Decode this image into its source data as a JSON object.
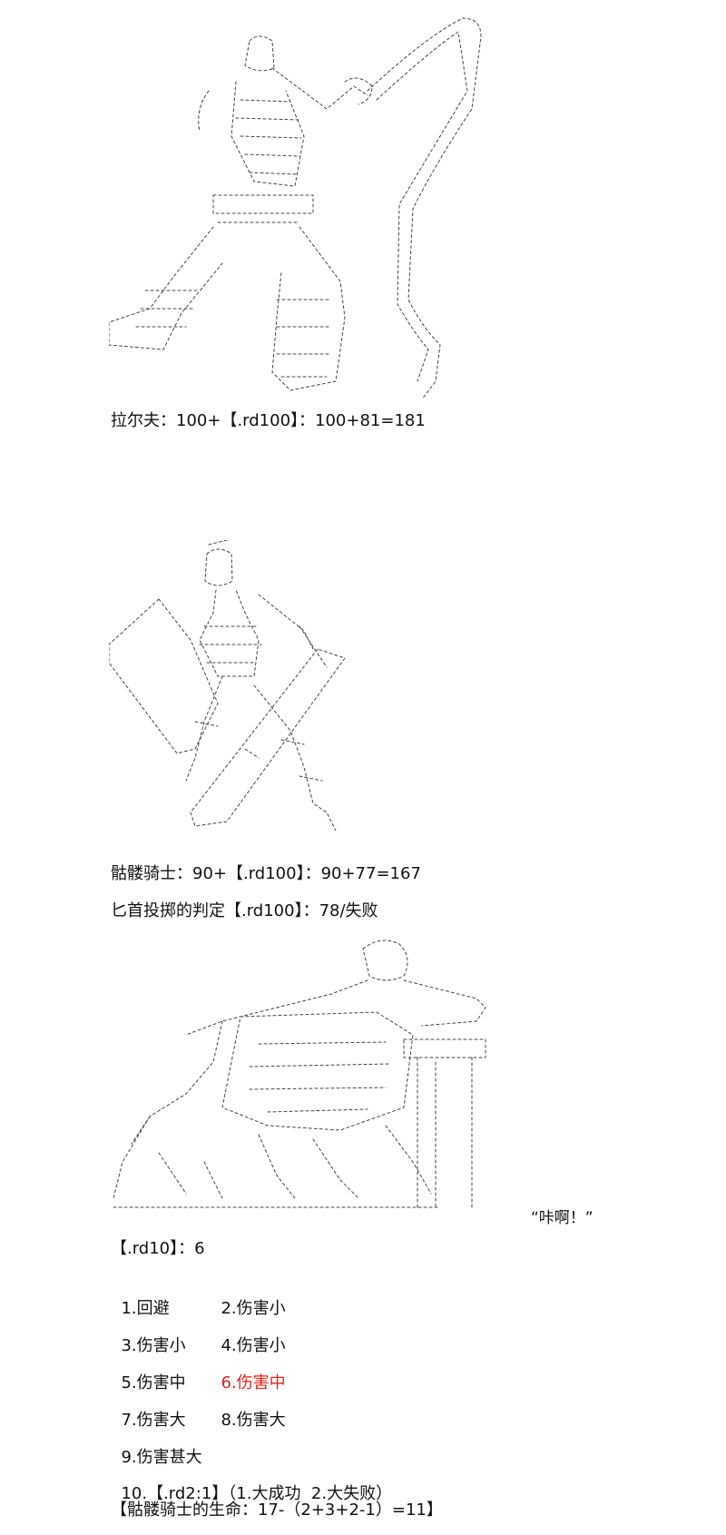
{
  "lines": {
    "l1": "拉尔夫：100+【.rd100】：100+81=181",
    "l2": "骷髅骑士：90+【.rd100】：90+77=167",
    "l3": "匕首投掷的判定【.rd100】：78/失败",
    "quote": "“咔啊！”",
    "l4": "【.rd10】：6",
    "opt1": "1.回避",
    "opt2": "2.伤害小",
    "opt3": "3.伤害小",
    "opt4": "4.伤害小",
    "opt5": "5.伤害中",
    "opt6": "6.伤害中",
    "opt7": "7.伤害大",
    "opt8": "8.伤害大",
    "opt9": "9.伤害甚大",
    "opt10": "10.【.rd2:1】（1.大成功  2.大失败）",
    "l5": "【骷髅骑士的生命：17-（2+3+2-1）=11】"
  },
  "art": {
    "figure1": "ascii-art-ralph-whip",
    "figure2": "ascii-art-skeleton-knight",
    "figure3": "ascii-art-fallen-fighter"
  },
  "colors": {
    "highlight": "#e2231a",
    "text": "#111111"
  }
}
